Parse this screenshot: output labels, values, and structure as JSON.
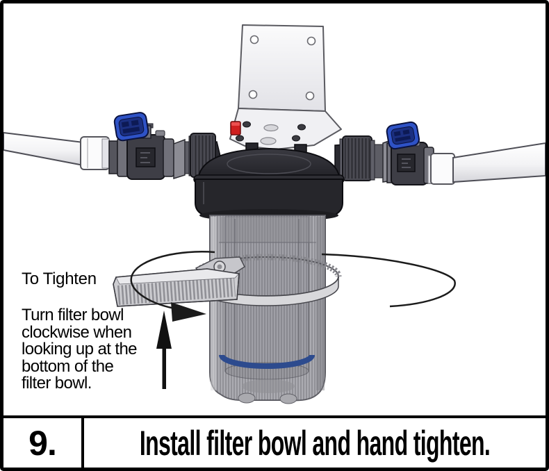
{
  "instructions": {
    "heading": "To Tighten",
    "body_lines": [
      "Turn filter bowl",
      "clockwise when",
      "looking up at the",
      "bottom of the",
      "filter bowl."
    ]
  },
  "caption": {
    "step_number": "9.",
    "text": "Install filter bowl and hand tighten."
  },
  "colors": {
    "frame_border": "#000000",
    "valve_handle_blue": "#2e52c6",
    "red_plug": "#cf1f1f",
    "cartridge_ring_blue": "#2d4b8e",
    "metal_light": "#f0f0f3",
    "housing_dark": "#26262b"
  }
}
